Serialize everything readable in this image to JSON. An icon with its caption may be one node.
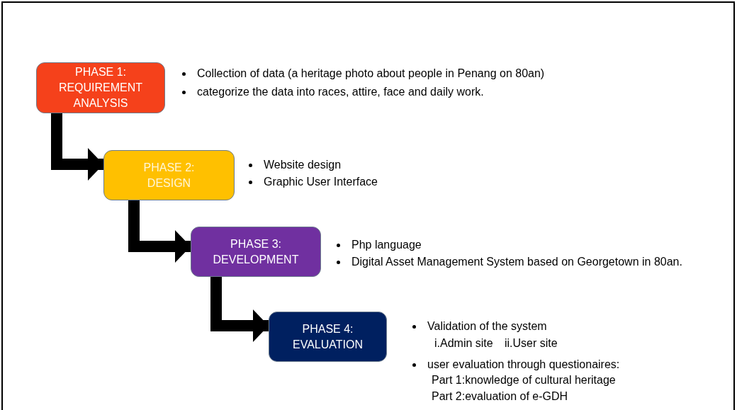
{
  "diagram": {
    "nodes": [
      {
        "text": [
          "PHASE 1:",
          "REQUIREMENT ANALYSIS"
        ],
        "beside": [
          "Collection of data (a heritage photo about people in Penang on 80an)",
          "categorize the data into races, attire, face and daily work."
        ]
      },
      {
        "text": [
          "PHASE 2:",
          "DESIGN"
        ],
        "beside": [
          "Website design",
          "Graphic User Interface"
        ]
      },
      {
        "text": [
          "PHASE 3:",
          "DEVELOPMENT"
        ],
        "beside": [
          "Php language",
          "Digital Asset Management System based on Georgetown in 80an."
        ]
      },
      {
        "text": [
          "PHASE 4:",
          "EVALUATION"
        ],
        "beside": [
          "Validation of the system",
          "user evaluation through questionaires:"
        ]
      }
    ],
    "edges": [
      {
        "from": 0,
        "to": 1,
        "arrow": "to"
      },
      {
        "from": 1,
        "to": 2,
        "arrow": "to"
      },
      {
        "from": 2,
        "to": 3,
        "arrow": "to"
      }
    ],
    "labels": [
      "i.Admin site",
      "ii.User site",
      "Part 1:knowledge of cultural heritage",
      "Part 2:evaluation of e-GDH"
    ]
  }
}
